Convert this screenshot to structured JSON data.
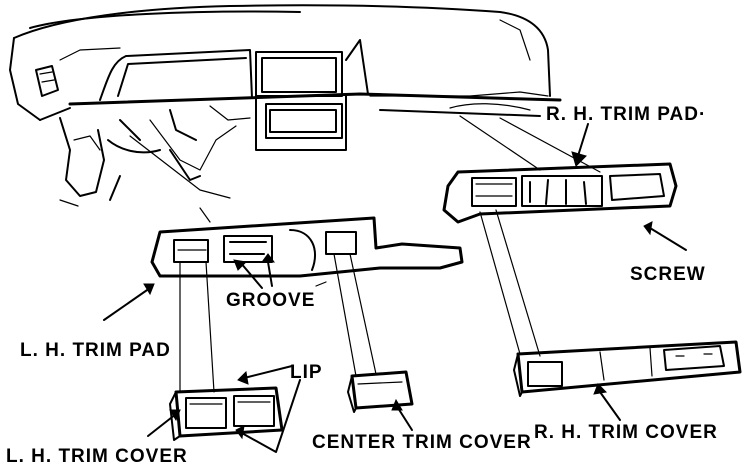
{
  "labels": {
    "rh_trim_pad": "R. H. TRIM PAD·",
    "screw": "SCREW",
    "groove": "GROOVE",
    "lh_trim_pad": "L. H. TRIM PAD",
    "lip": "LIP",
    "lh_trim_cover": "L. H. TRIM COVER",
    "center_trim_cover": "CENTER TRIM COVER",
    "rh_trim_cover": "R. H. TRIM COVER"
  }
}
